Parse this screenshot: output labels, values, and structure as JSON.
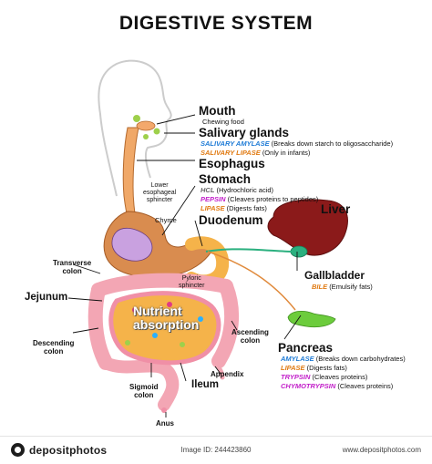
{
  "title": "DIGESTIVE SYSTEM",
  "mouth": {
    "name": "Mouth",
    "desc": "Chewing food"
  },
  "salivary": {
    "name": "Salivary glands",
    "line1_kw": "SALIVARY AMYLASE",
    "line1_desc": "(Breaks down starch to oligosaccharide)",
    "line2_kw": "SALIVARY LIPASE",
    "line2_desc": "(Only in infants)",
    "kw1_color": "#1e7bd6",
    "kw2_color": "#e07a12"
  },
  "esophagus": {
    "name": "Esophagus"
  },
  "stomach": {
    "name": "Stomach",
    "line1_kw": "HCL",
    "line1_desc": "(Hydrochloric acid)",
    "line2_kw": "PEPSIN",
    "line2_desc": "(Cleaves proteins to peptides)",
    "line3_kw": "LIPASE",
    "line3_desc": "(Digests fats)",
    "kw1_color": "#666666",
    "kw2_color": "#c21ec9",
    "kw3_color": "#e07a12"
  },
  "duodenum": {
    "name": "Duodenum"
  },
  "liver": {
    "name": "Liver"
  },
  "gallbladder": {
    "name": "Gallbladder",
    "kw": "BILE",
    "desc": "(Emulsify fats)",
    "kw_color": "#e07a12"
  },
  "pancreas": {
    "name": "Pancreas",
    "line1_kw": "AMYLASE",
    "line1_desc": "(Breaks down carbohydrates)",
    "line2_kw": "LIPASE",
    "line2_desc": "(Digests fats)",
    "line3_kw": "TRYPSIN",
    "line3_desc": "(Cleaves proteins)",
    "line4_kw": "CHYMOTRYPSIN",
    "line4_desc": "(Cleaves proteins)",
    "kw1_color": "#1e7bd6",
    "kw2_color": "#e07a12",
    "kw3_color": "#c21ec9",
    "kw4_color": "#c21ec9"
  },
  "labels": {
    "lower_sphincter_1": "Lower",
    "lower_sphincter_2": "esophageal",
    "lower_sphincter_3": "sphincter",
    "chyme": "Chyme",
    "pyloric_1": "Pyloric",
    "pyloric_2": "sphincter",
    "transverse_1": "Transverse",
    "transverse_2": "colon",
    "jejunum": "Jejunum",
    "descending_1": "Descending",
    "descending_2": "colon",
    "ascending_1": "Ascending",
    "ascending_2": "colon",
    "appendix": "Appendix",
    "ileum": "Ileum",
    "sigmoid_1": "Sigmoid",
    "sigmoid_2": "colon",
    "anus": "Anus",
    "nutrient_1": "Nutrient",
    "nutrient_2": "absorption"
  },
  "colors": {
    "liver": "#8b1a1a",
    "gallbladder": "#2bb07f",
    "pancreas": "#6ccc3c",
    "stomach": "#d98c4f",
    "intestine": "#f08fa6",
    "large_intestine": "#f3a6b4",
    "small_intestine_fill": "#f5b34a",
    "esophagus": "#f0a868"
  },
  "footer": {
    "brand": "depositphotos",
    "image_id": "Image ID: 244423860",
    "site": "www.depositphotos.com"
  }
}
